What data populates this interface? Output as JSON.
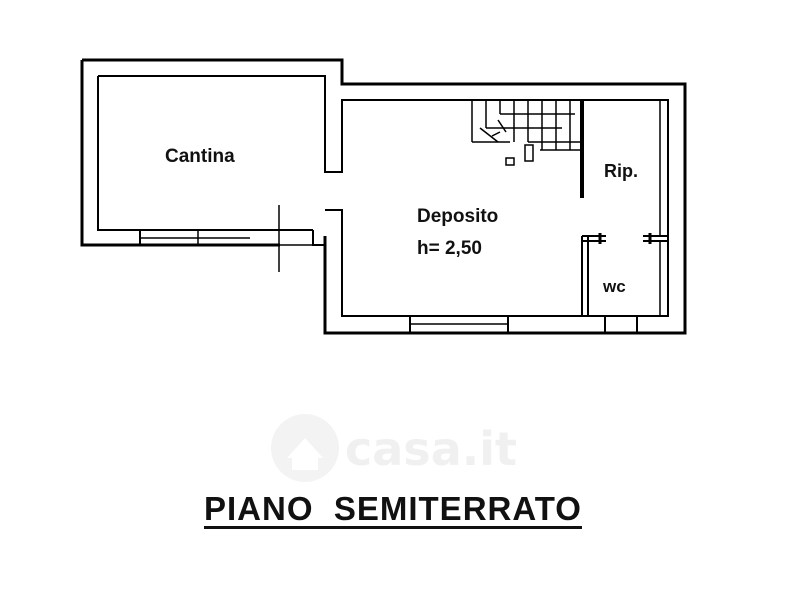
{
  "rooms": {
    "cantina": "Cantina",
    "deposito": "Deposito",
    "deposito_height": "h= 2,50",
    "rip": "Rip.",
    "wc": "wc"
  },
  "watermark": "casa.it",
  "title": "PIANO  SEMITERRATO"
}
